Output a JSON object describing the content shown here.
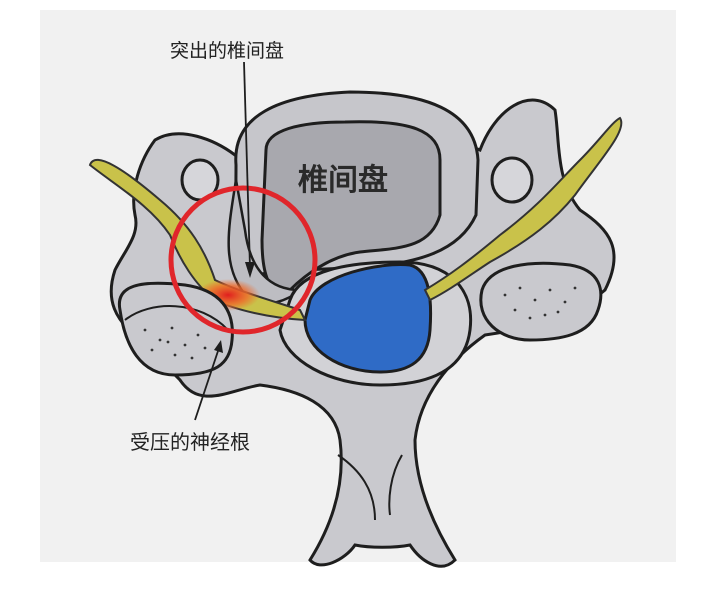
{
  "labels": {
    "herniated_disc": "突出的椎间盘",
    "disc": "椎间盘",
    "compressed_nerve_root": "受压的神经根"
  },
  "colors": {
    "bone": "#c9c9ce",
    "disc": "#a9a9ae",
    "canal": "#2f6bc6",
    "nerve": "#c9c24a",
    "highlight": "#e0262b",
    "background": "#f1f1f1"
  }
}
